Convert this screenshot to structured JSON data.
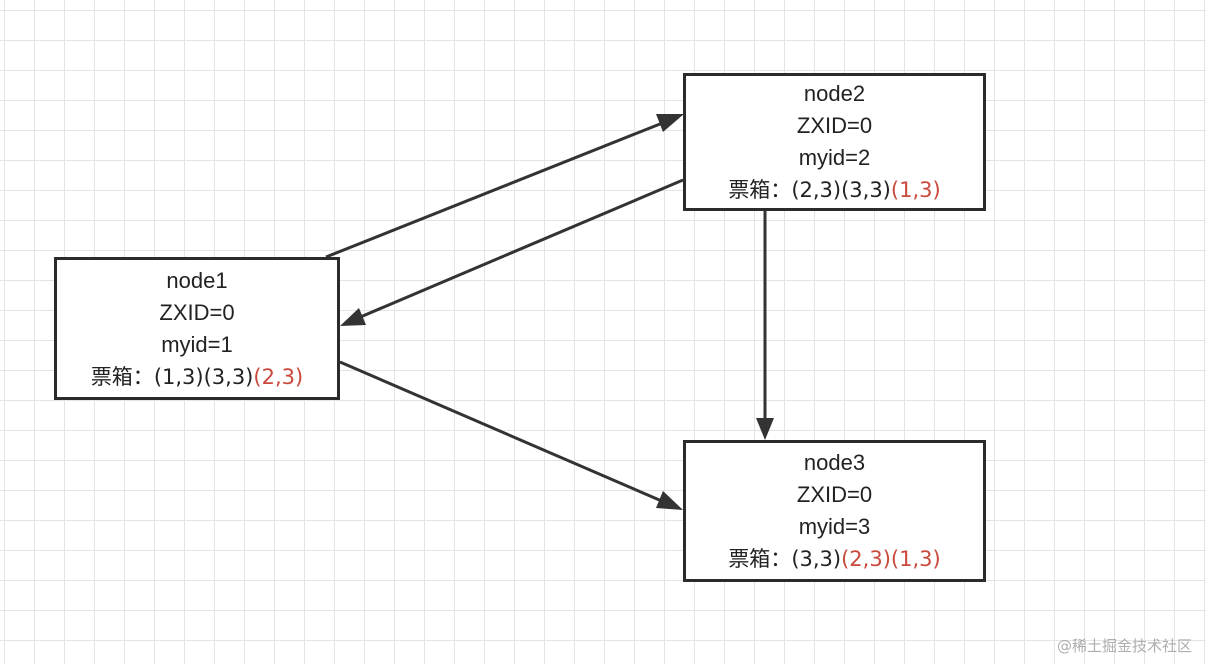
{
  "nodes": [
    {
      "id": "node1",
      "title": "node1",
      "zxid": "ZXID=0",
      "myid": "myid=1",
      "votes_label": "票箱：",
      "votes_normal": "(1,3)(3,3)",
      "votes_highlight": "(2,3)"
    },
    {
      "id": "node2",
      "title": "node2",
      "zxid": "ZXID=0",
      "myid": "myid=2",
      "votes_label": "票箱：",
      "votes_normal": "(2,3)(3,3)",
      "votes_highlight": "(1,3)"
    },
    {
      "id": "node3",
      "title": "node3",
      "zxid": "ZXID=0",
      "myid": "myid=3",
      "votes_label": "票箱：",
      "votes_normal": "(3,3)",
      "votes_highlight": "(2,3)(1,3)"
    }
  ],
  "edges": [
    {
      "from": "node1",
      "to": "node2"
    },
    {
      "from": "node2",
      "to": "node1"
    },
    {
      "from": "node2",
      "to": "node3"
    },
    {
      "from": "node1",
      "to": "node3"
    }
  ],
  "colors": {
    "highlight": "#c9493c",
    "border": "#2b2b2b",
    "edge": "#333333",
    "grid": "#e4e4e4"
  },
  "watermark": "@稀土掘金技术社区"
}
